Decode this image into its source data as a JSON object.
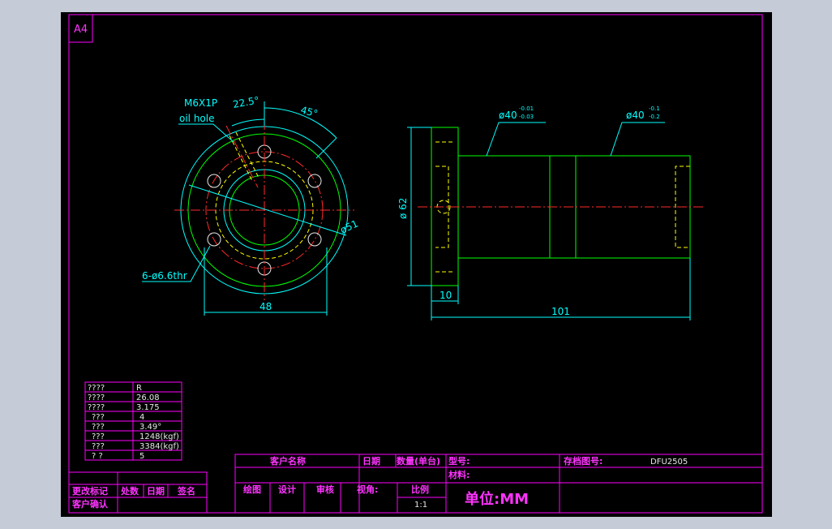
{
  "sheet": {
    "size": "A4"
  },
  "front_view": {
    "thread_label": "M6X1P",
    "oil_hole_label": "oil hole",
    "angle_small": "22.5°",
    "angle_large": "45°",
    "bolt_holes": "6-ø6.6thr",
    "pcd": "ø51",
    "width_dim": "48"
  },
  "side_view": {
    "dia_left": "ø40",
    "dia_left_tol_upper": "-0.01",
    "dia_left_tol_lower": "-0.03",
    "dia_right": "ø40",
    "dia_right_tol_upper": "-0.1",
    "dia_right_tol_lower": "-0.2",
    "flange_dia": "ø 62",
    "flange_thk": "10",
    "length": "101"
  },
  "spec_table": [
    {
      "key": "????",
      "value": "R"
    },
    {
      "key": "????",
      "value": "26.08"
    },
    {
      "key": "????",
      "value": "3.175"
    },
    {
      "key": "???",
      "value": "4"
    },
    {
      "key": "???",
      "value": "3.49°"
    },
    {
      "key": "???",
      "value": "1248(kgf)"
    },
    {
      "key": "???",
      "value": "3384(kgf)"
    },
    {
      "key": "?   ?",
      "value": "5"
    }
  ],
  "revision_block": {
    "change_mark": "更改标记",
    "count": "处数",
    "date": "日期",
    "sign": "签名",
    "customer_confirm": "客户确认"
  },
  "title_block": {
    "customer_name": "客户名称",
    "date": "日期",
    "qty": "数量(单台)",
    "model": "型号:",
    "archive": "存档图号:",
    "archive_value": "DFU2505",
    "material": "材料:",
    "draw": "绘图",
    "design": "设计",
    "check": "审核",
    "projection": "视角:",
    "scale": "比例",
    "scale_value": "1:1",
    "unit": "单位:MM"
  }
}
